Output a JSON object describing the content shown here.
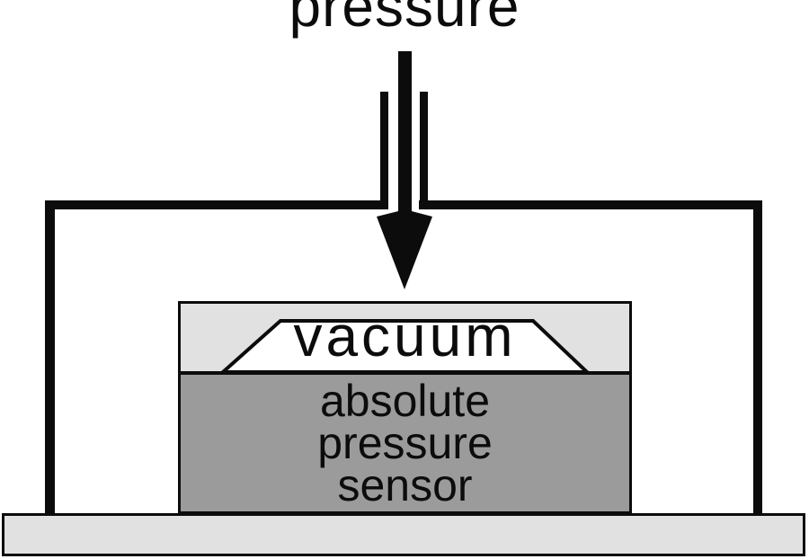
{
  "diagram": {
    "pressure_label": "pressure",
    "vacuum_label": "vacuum",
    "sensor_label_lines": [
      "absolute",
      "pressure",
      "sensor"
    ],
    "colors": {
      "outline_black": "#0c0c0c",
      "cap_light_gray": "#e1e1e1",
      "die_dark_gray": "#9b9b9b",
      "cavity_white": "#ffffff",
      "background_white": "#ffffff"
    }
  }
}
